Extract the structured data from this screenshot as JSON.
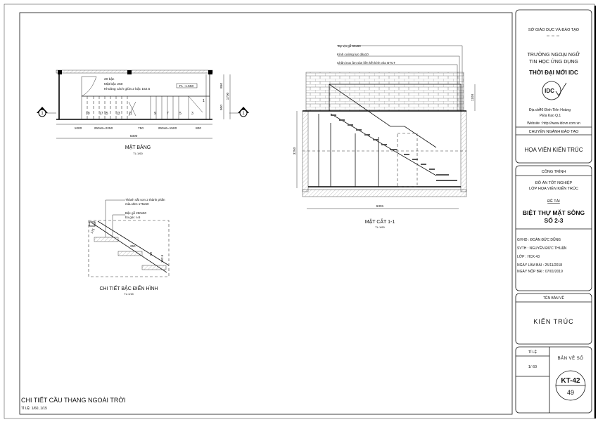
{
  "title_block": {
    "department": "SỞ GIÁO DỤC VÀ ĐÀO TẠO",
    "school_line1": "TRƯỜNG NGOẠI NGỮ",
    "school_line2": "TIN HỌC ỨNG DỤNG",
    "school_name": "THỜI ĐẠI MỚI IDC",
    "logo_text": "IDC",
    "address_label": "Địa chỉ",
    "address_line1": ": 40 Đinh Tiên Hoàng",
    "address_line2": "P.Đa Kao    Q.1",
    "website": "Website : http://www.idcvn.com.vn",
    "major_label": "CHUYÊN NGÀNH ĐÀO TẠO",
    "major": "HỌA VIÊN KIẾN TRÚC",
    "project_label": "CÔNG TRÌNH",
    "project_line1": "ĐỒ ÁN TỐT NGHIỆP",
    "project_line2": "LỚP HỌA VIÊN KIẾN TRÚC",
    "topic_label": "ĐỀ TÀI",
    "topic_line1": "BIỆT THỰ MẶT SÔNG",
    "topic_line2": "SỐ 2-3",
    "gvhd": "GVHD   : ĐOÀN ĐỨC DŨNG",
    "svth": "SVTH   : NGUYỄN ĐỨC THUẬN",
    "lop": "LỚP      : HCK 43",
    "ngay_lam": "NGÀY LÀM BÀI   :  25/11/2018",
    "ngay_nop": "NGÀY NỘP BÀI   :  07/01/2019",
    "drawing_name_label": "TÊN BẢN VẼ",
    "drawing_name": "KIẾN TRÚC",
    "scale_label": "TỈ LỆ",
    "scale": "1/ 60",
    "sheet_label": "BẢN VẼ SỐ",
    "sheet_code": "KT-42",
    "sheet_number": "49"
  },
  "plan": {
    "title": "MẶT BẰNG",
    "scale": "TL:1/60",
    "note1": "20 bậc",
    "note2": "Mặt bậc 250",
    "note3": "Khoảng cách giữa 2 bậc 162.5",
    "level": "FL -1.550",
    "section_mark": "1",
    "dims": [
      "1000",
      "250x9=2250",
      "750",
      "250x6=1500",
      "800"
    ],
    "total": "6300",
    "dim_right_total": "1700",
    "dim_right_a": "850",
    "dim_right_b": "900",
    "step_numbers": [
      "19",
      "17",
      "15",
      "13",
      "11",
      "9",
      "7",
      "5",
      "3",
      "1"
    ]
  },
  "section": {
    "title": "MẶT CẮT 1-1",
    "scale": "TL:1/60",
    "note1": "Tay vịn gỗ 50x50",
    "note2": "Kính cường lực dày10",
    "note3": "Chân inox âm sàn liên kết kính vào BTCT",
    "dim_height": "3250",
    "dim_rail": "1100",
    "dim_width": "6301"
  },
  "detail": {
    "title": "CHI TIẾT BẬC ĐIỂN HÌNH",
    "scale": "TL:1/15",
    "note1a": "Thành sắt sơn 2 thành phần",
    "note1b": "màu đen 175x50",
    "note2a": "Bậc gỗ 250x50",
    "note2b": "bo góc r=5",
    "dim_a": "175",
    "dim_b": "250",
    "dim_c": "50",
    "dim_d": "162.5"
  },
  "sheet": {
    "title": "CHI TIẾT CẦU THANG NGOÀI TRỜI",
    "scale": "TỈ LỆ: 1/60, 1/15"
  }
}
